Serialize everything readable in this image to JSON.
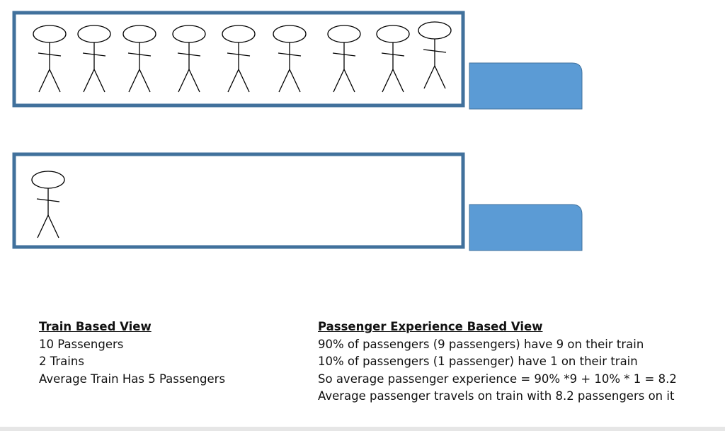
{
  "colors": {
    "train_border": "#41719c",
    "engine_fill": "#5b9bd5",
    "engine_border": "#41719c",
    "figure_stroke": "#000000"
  },
  "trains": [
    {
      "passenger_count": 9
    },
    {
      "passenger_count": 1
    }
  ],
  "train_view": {
    "heading": "Train Based View",
    "lines": [
      "10 Passengers",
      "2 Trains",
      "Average Train Has 5 Passengers"
    ]
  },
  "passenger_view": {
    "heading": "Passenger Experience Based View",
    "lines": [
      "90% of passengers (9 passengers) have 9 on their train",
      "10% of passengers (1 passenger) have 1 on their train",
      "So average passenger experience = 90% *9  +  10% * 1 = 8.2",
      "Average passenger travels on train with 8.2 passengers on it"
    ]
  }
}
